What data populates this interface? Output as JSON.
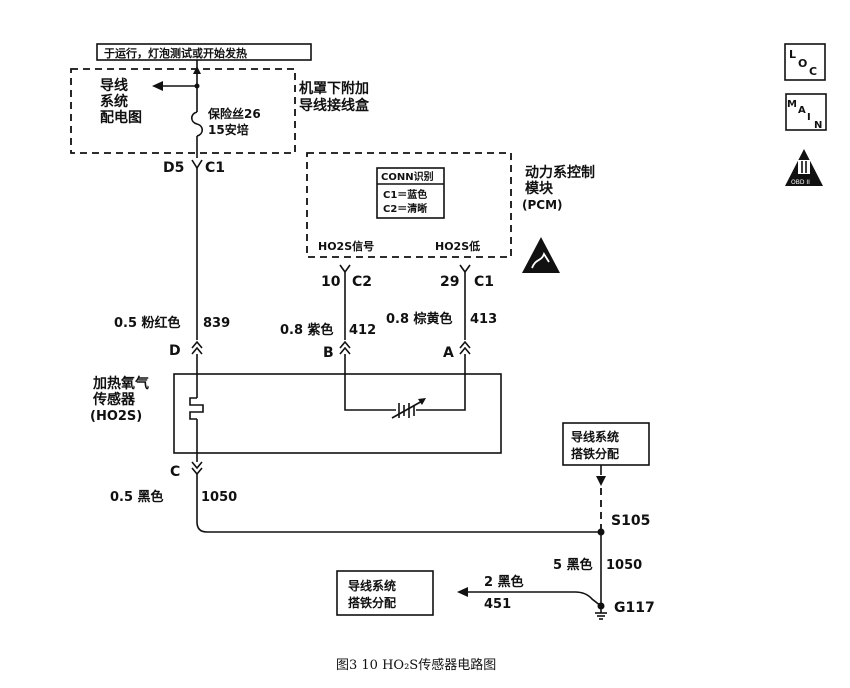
{
  "header_box": "于运行，灯泡测试或开始发热",
  "distribution": {
    "line1": "导线",
    "line2": "系统",
    "line3": "配电图"
  },
  "fuse": {
    "name": "保险丝26",
    "rating": "15安培"
  },
  "underhood_box": {
    "line1": "机罩下附加",
    "line2": "导线接线盒"
  },
  "connector_top": {
    "left": "D5",
    "right": "C1"
  },
  "pcm": {
    "line1": "动力系控制",
    "line2": "模块",
    "line3": "(PCM)"
  },
  "conn_id": {
    "title": "CONN识别",
    "c1": "C1＝蓝色",
    "c2": "C2＝清晰"
  },
  "pcm_pins": {
    "signal_label": "HO2S信号",
    "low_label": "HO2S低",
    "signal_pin": "10",
    "signal_conn": "C2",
    "low_pin": "29",
    "low_conn": "C1"
  },
  "wires": {
    "pink": {
      "gauge_color": "0.5 粉红色",
      "circuit": "839",
      "pin": "D"
    },
    "purple": {
      "gauge_color": "0.8 紫色",
      "circuit": "412",
      "pin": "B"
    },
    "tan": {
      "gauge_color": "0.8 棕黄色",
      "circuit": "413",
      "pin": "A"
    },
    "black_c": {
      "gauge_color": "0.5 黑色",
      "circuit": "1050",
      "pin": "C"
    },
    "black_5": {
      "gauge_color": "5 黑色",
      "circuit": "1050"
    },
    "black_2": {
      "gauge_color": "2 黑色",
      "circuit": "451"
    }
  },
  "sensor": {
    "line1": "加热氧气",
    "line2": "传感器",
    "line3": "(HO2S)"
  },
  "ground_dist_1": {
    "line1": "导线系统",
    "line2": "搭铁分配"
  },
  "ground_dist_2": {
    "line1": "导线系统",
    "line2": "搭铁分配"
  },
  "splice": "S105",
  "ground": "G117",
  "side_icons": {
    "loc": [
      "L",
      "O",
      "C"
    ],
    "main": [
      "M",
      "A",
      "I",
      "N"
    ],
    "obd": "OBD II"
  },
  "caption": "图3 10   HO₂S传感器电路图"
}
